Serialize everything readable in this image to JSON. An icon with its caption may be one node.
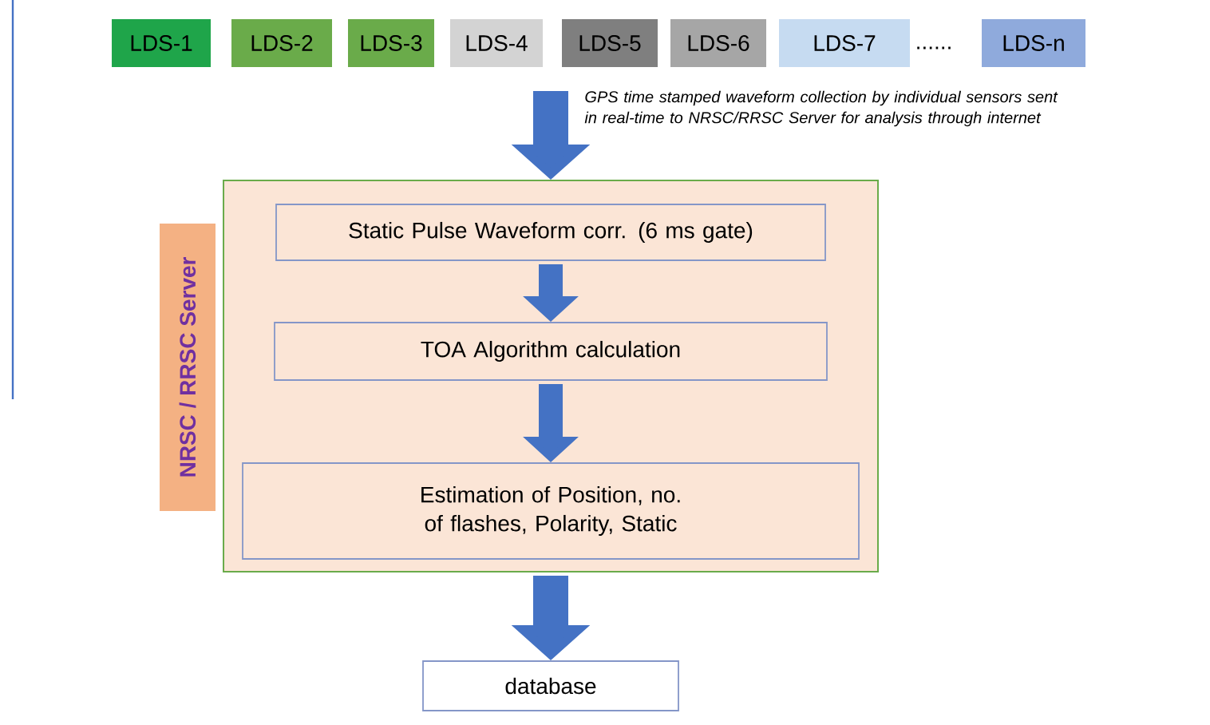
{
  "diagram": {
    "nodes": [
      {
        "text": [
          "LDS-1"
        ]
      },
      {
        "text": [
          "LDS-2"
        ]
      },
      {
        "text": [
          "LDS-3"
        ]
      },
      {
        "text": [
          "LDS-4"
        ]
      },
      {
        "text": [
          "LDS-5"
        ]
      },
      {
        "text": [
          "LDS-6"
        ]
      },
      {
        "text": [
          "LDS-7"
        ]
      },
      {
        "text": [
          "LDS-n"
        ]
      },
      {
        "text": [],
        "shape": "box"
      },
      {
        "text": [
          "NRSC / RRSC Server"
        ]
      },
      {
        "text": [
          "Static Pulse Waveform corr. (6 ms gate)"
        ],
        "in": 8
      },
      {
        "text": [
          "TOA Algorithm calculation"
        ],
        "in": 8
      },
      {
        "text": [
          "Estimation of Position, no. of flashes, Polarity, Static"
        ],
        "in": 8
      },
      {
        "text": [
          "database"
        ]
      }
    ],
    "edges": [
      {
        "from": null,
        "to": 8,
        "arrow": "to",
        "label": "GPS time stamped waveform collection by individual sensors sent in real-time to NRSC/RRSC Server for analysis through internet"
      },
      {
        "from": 10,
        "to": 11,
        "arrow": "to"
      },
      {
        "from": 11,
        "to": 12,
        "arrow": "to"
      },
      {
        "from": 8,
        "to": 13,
        "arrow": "to"
      }
    ],
    "labels": [
      "......"
    ]
  }
}
